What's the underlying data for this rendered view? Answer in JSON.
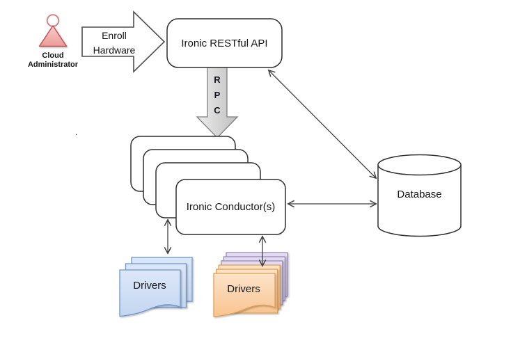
{
  "diagram": {
    "actor": {
      "label_line1": "Cloud",
      "label_line2": "Administrator"
    },
    "enroll_arrow": {
      "line1": "Enroll",
      "line2": "Hardware"
    },
    "api": {
      "label": "Ironic RESTful API"
    },
    "rpc": {
      "letter1": "R",
      "letter2": "P",
      "letter3": "C"
    },
    "conductors": {
      "label": "Ironic Conductor(s)",
      "stacked_copies": 4
    },
    "database": {
      "label": "Database"
    },
    "drivers_left": {
      "label": "Drivers"
    },
    "drivers_right": {
      "label": "Drivers"
    },
    "stray_dot": ".",
    "colors": {
      "actor_fill_top": "#f8cdcb",
      "actor_fill_bottom": "#ec9b98",
      "actor_stroke": "#b95653",
      "actor_head_stroke": "#d08886",
      "rpc_fill_light": "#ededed",
      "rpc_fill_dark": "#bfbfbf",
      "rpc_stroke": "#7f7f7f",
      "blue_fill_top": "#dce8f9",
      "blue_fill_bottom": "#c3d6f0",
      "blue_stroke": "#6e96c8",
      "orange_fill_top": "#fce3c9",
      "orange_fill_bottom": "#f9c38f",
      "orange_stroke": "#dd9f56",
      "purple_fill_top": "#e4ddf0",
      "purple_fill_bottom": "#cfc5e2",
      "purple_stroke": "#9889bb",
      "box_stroke": "#2f2f2f",
      "line": "#404040"
    }
  }
}
